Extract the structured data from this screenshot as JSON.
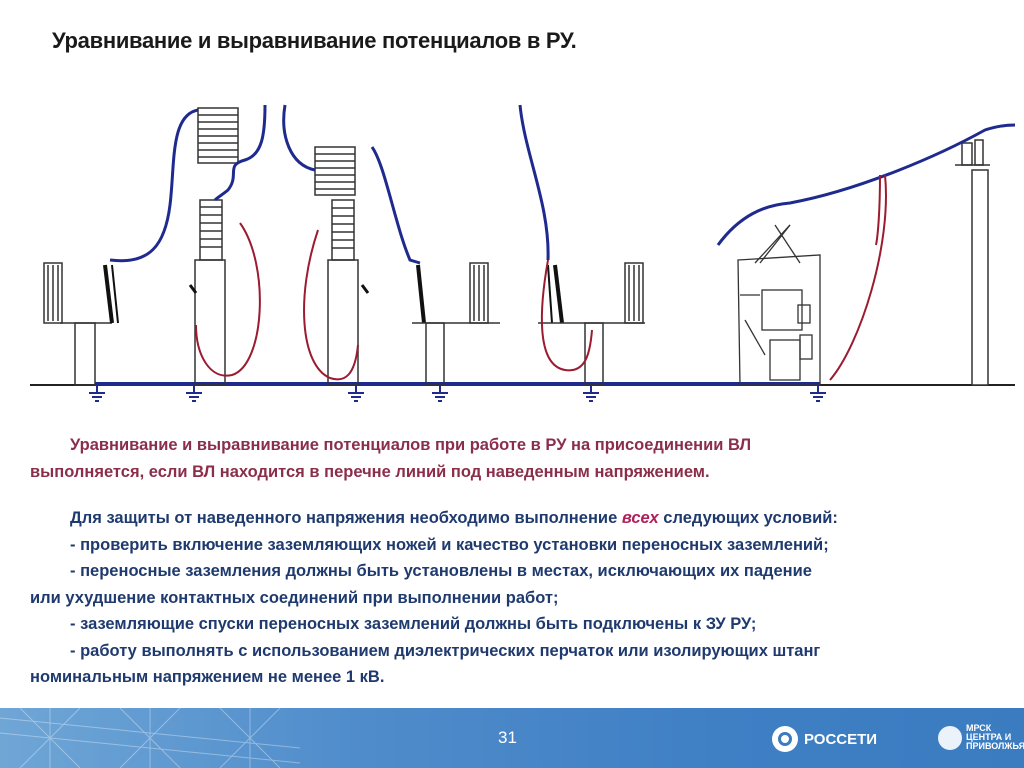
{
  "slide": {
    "title": "Уравнивание и выравнивание потенциалов в РУ."
  },
  "intro": {
    "line1": "Уравнивание и выравнивание потенциалов при работе в РУ на присоединении ВЛ",
    "line2": "выполняется, если ВЛ находится в перечне линий под наведенным напряжением."
  },
  "conditions": {
    "lead_before": "Для защиты от наведенного напряжения необходимо выполнение ",
    "lead_accent": "всех",
    "lead_after": " следующих условий:",
    "item1": "- проверить включение заземляющих ножей и качество установки переносных заземлений;",
    "item2_line1": "- переносные заземления должны быть установлены в местах, исключающих их падение",
    "item2_line2": "или ухудшение контактных соединений при выполнении работ;",
    "item3": "- заземляющие спуски переносных заземлений должны быть подключены к ЗУ РУ;",
    "item4_line1": "- работу выполнять с использованием диэлектрических перчаток или изолирующих штанг",
    "item4_line2": "номинальным напряжением не менее 1 кВ."
  },
  "footer": {
    "page_number": "31",
    "brand": "РОССЕТИ",
    "logo2_text": "МРСК ЦЕНТРА И ПРИВОЛЖЬЯ"
  },
  "colors": {
    "intro_text": "#8b2e4b",
    "body_text": "#1f3a6e",
    "accent": "#b0205a",
    "bus_line": "#1f2a8f",
    "ground_wire": "#9b1b30",
    "footer_bg": "#3f7fc4"
  }
}
